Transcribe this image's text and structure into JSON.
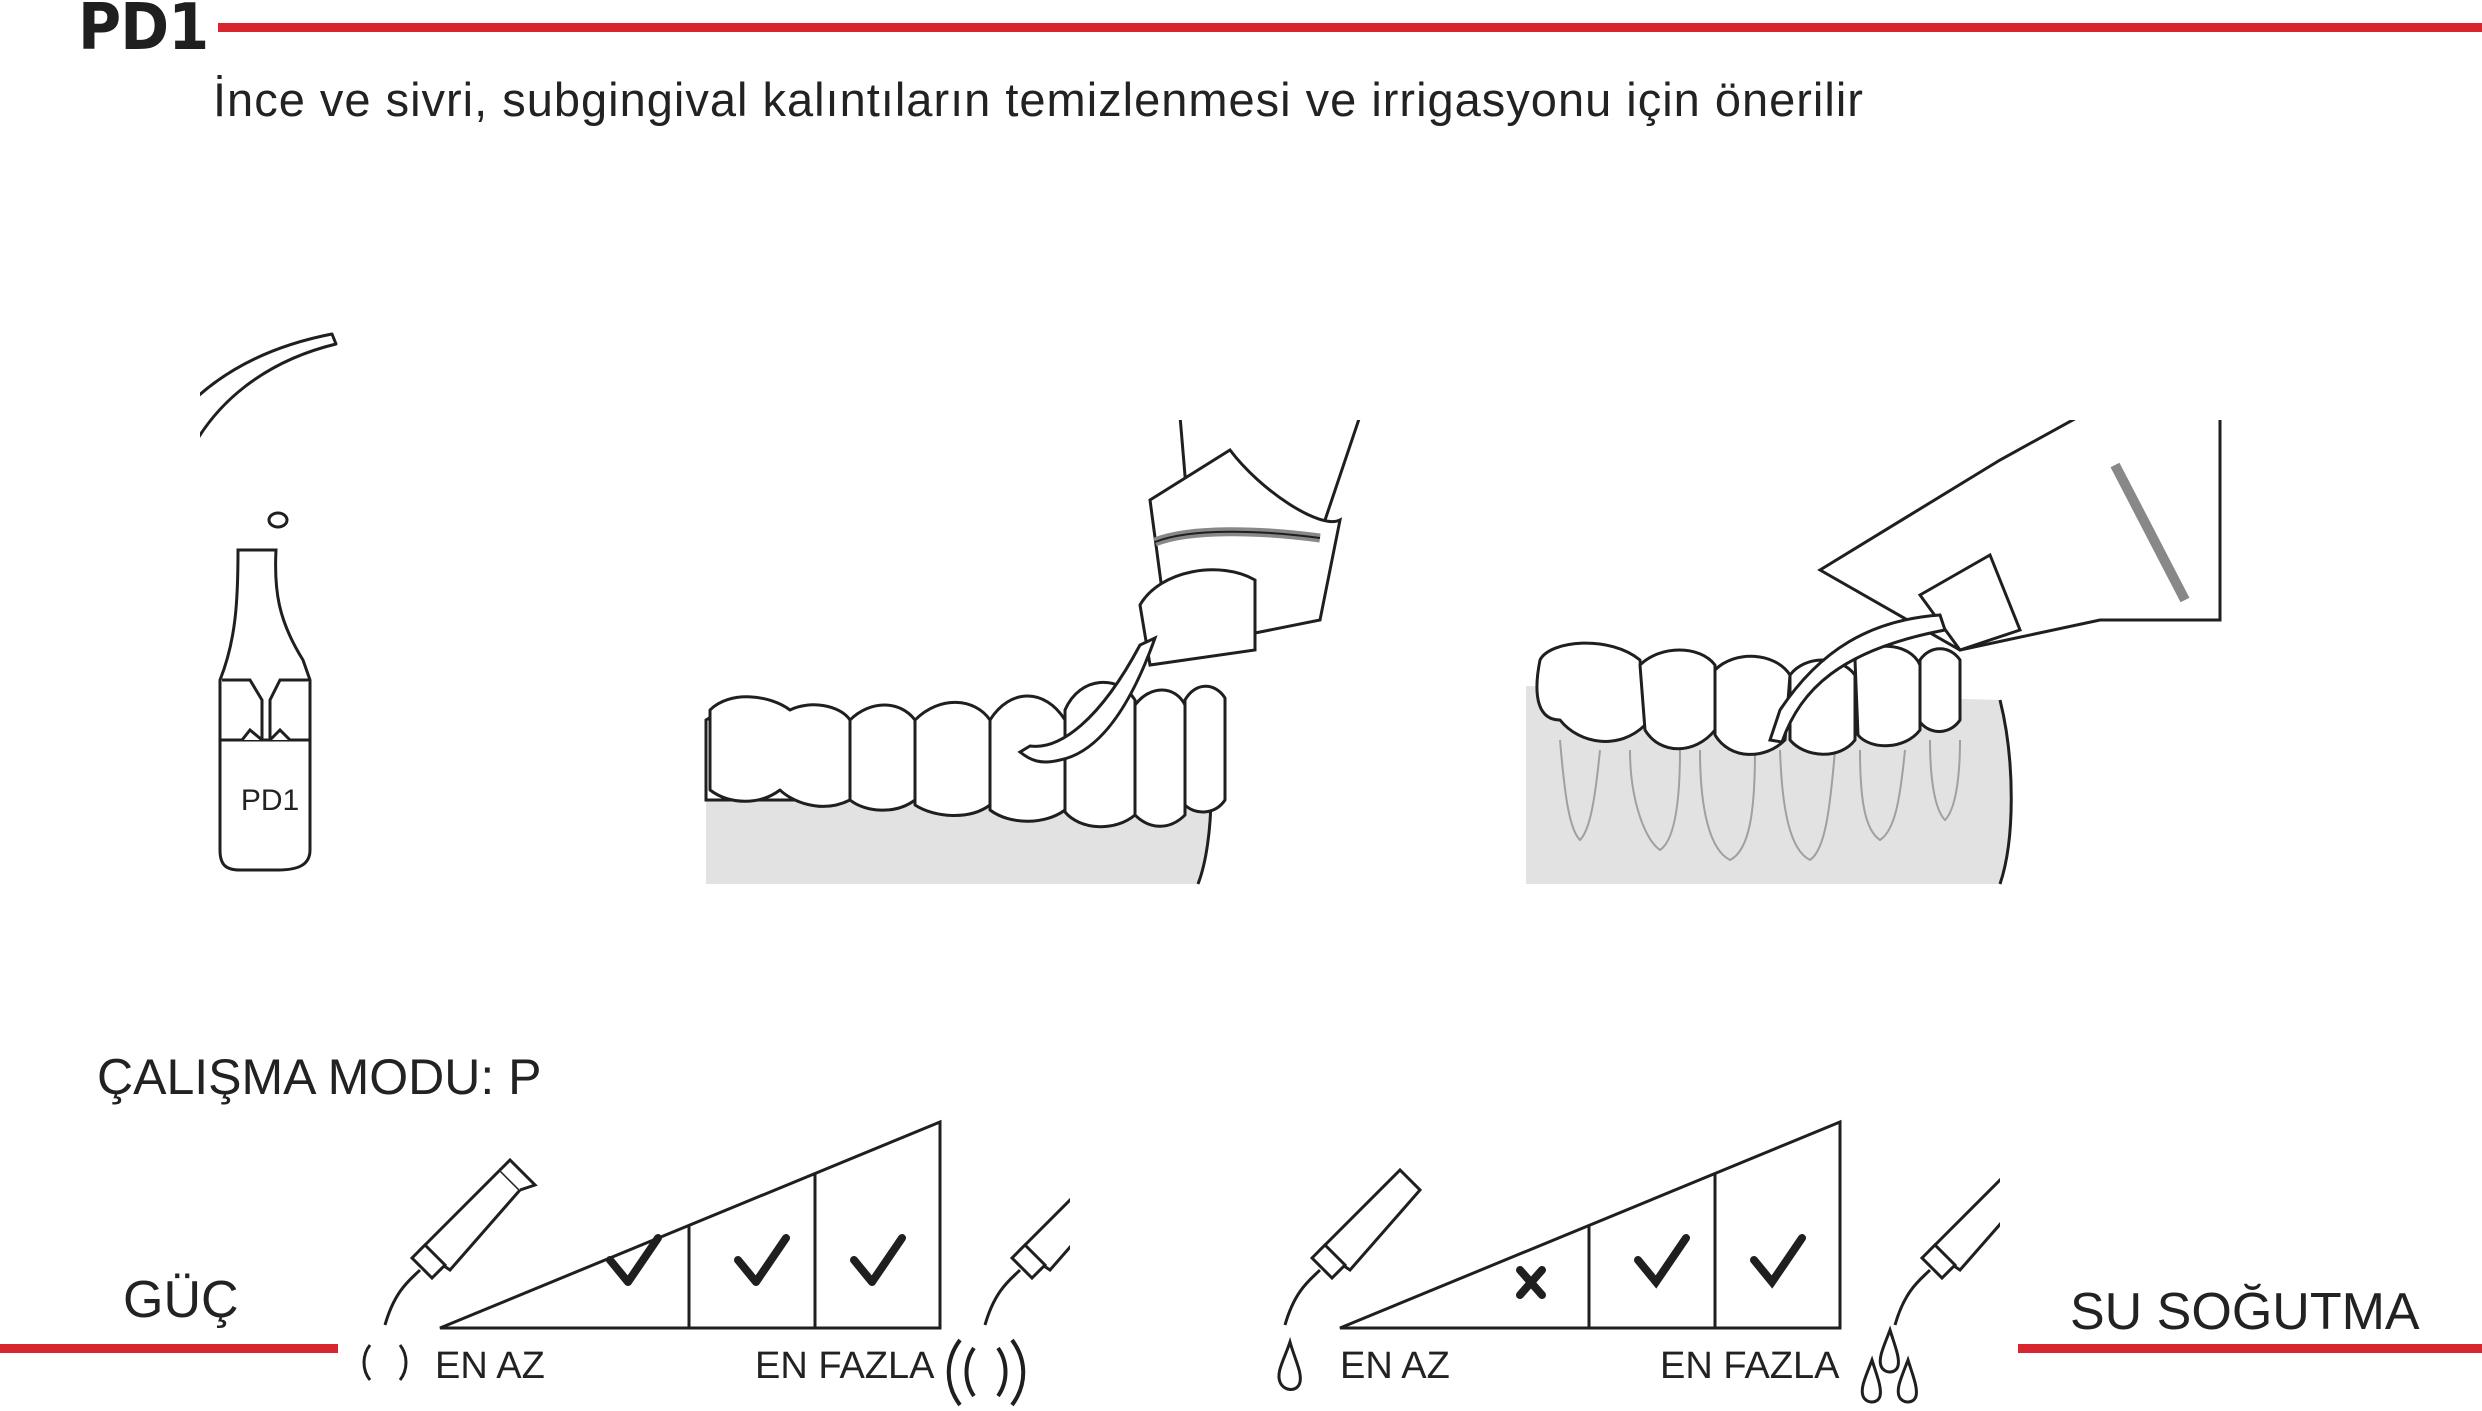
{
  "header": {
    "title": "PD1",
    "subtitle": "İnce ve sivri, subgingival kalıntıların temizlenmesi ve irrigasyonu için önerilir"
  },
  "tip_illustration": {
    "engraved_label": "PD1"
  },
  "mode": {
    "label": "ÇALIŞMA MODU: P"
  },
  "power_scale": {
    "label": "GÜÇ",
    "min_label": "EN AZ",
    "max_label": "EN FAZLA",
    "levels": [
      "check",
      "check",
      "check"
    ],
    "level_icons": [
      "check-icon",
      "check-icon",
      "check-icon"
    ],
    "min_icon": "vibration-low-icon",
    "max_icon": "vibration-high-icon"
  },
  "water_scale": {
    "label": "SU SOĞUTMA",
    "min_label": "EN AZ",
    "max_label": "EN FAZLA",
    "levels": [
      "cross",
      "check",
      "check"
    ],
    "level_icons": [
      "cross-icon",
      "check-icon",
      "check-icon"
    ],
    "min_icon": "single-drop-icon",
    "max_icon": "three-drops-icon"
  },
  "colors": {
    "accent_red": "#d7262e",
    "gum_gray": "#e2e2e2",
    "line": "#1f1f1f"
  }
}
